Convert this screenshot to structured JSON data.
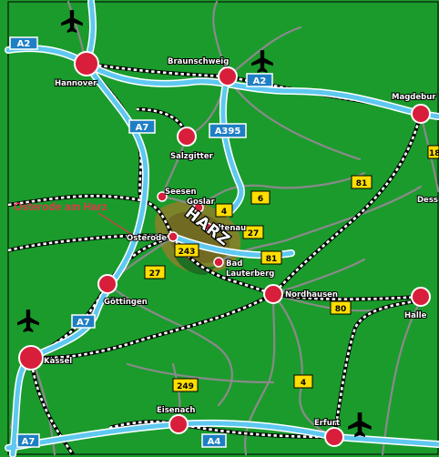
{
  "colors": {
    "land": "#1b9b2c",
    "autobahn": "#5ec8f0",
    "rail": "#ffffff",
    "road": "#8a8a8a",
    "city": "#d81e3b",
    "shield_blue": "#1f7fc4",
    "shield_yellow": "#ffde00",
    "highlight": "#e8344a",
    "harz": "#8d7f2a"
  },
  "region": {
    "label": "HARZ"
  },
  "highlight": {
    "label": "Osterode am Harz"
  },
  "cities": [
    {
      "id": "hannover",
      "name": "Hannover",
      "size": "large"
    },
    {
      "id": "braunschweig",
      "name": "Braunschweig",
      "size": "large"
    },
    {
      "id": "magdeburg",
      "name": "Magdebur",
      "size": "large"
    },
    {
      "id": "salzgitter",
      "name": "Salzgitter",
      "size": "large"
    },
    {
      "id": "seesen",
      "name": "Seesen",
      "size": "small"
    },
    {
      "id": "goslar",
      "name": "Goslar",
      "size": "small"
    },
    {
      "id": "altenau",
      "name": "Altenau",
      "size": "small"
    },
    {
      "id": "osterode",
      "name": "Osterode",
      "size": "small"
    },
    {
      "id": "badlauterberg",
      "name": "Bad Lauterberg",
      "size": "small"
    },
    {
      "id": "goettingen",
      "name": "Göttingen",
      "size": "large"
    },
    {
      "id": "nordhausen",
      "name": "Nordhausen",
      "size": "large"
    },
    {
      "id": "halle",
      "name": "Halle",
      "size": "large"
    },
    {
      "id": "kassel",
      "name": "Kassel",
      "size": "large"
    },
    {
      "id": "eisenach",
      "name": "Eisenach",
      "size": "large"
    },
    {
      "id": "erfurt",
      "name": "Erfurt",
      "size": "large"
    }
  ],
  "partial_labels": [
    "Dess"
  ],
  "autobahn_shields": [
    "A2",
    "A2",
    "A7",
    "A395",
    "A7",
    "A7",
    "A4"
  ],
  "road_shields": [
    "18",
    "81",
    "6",
    "4",
    "27",
    "243",
    "81",
    "27",
    "80",
    "249",
    "4"
  ],
  "airports": [
    {
      "id": "airport-hannover",
      "icon": "airplane-icon"
    },
    {
      "id": "airport-braunschweig",
      "icon": "airplane-icon"
    },
    {
      "id": "airport-kassel",
      "icon": "airplane-icon"
    },
    {
      "id": "airport-erfurt",
      "icon": "airplane-icon"
    }
  ]
}
